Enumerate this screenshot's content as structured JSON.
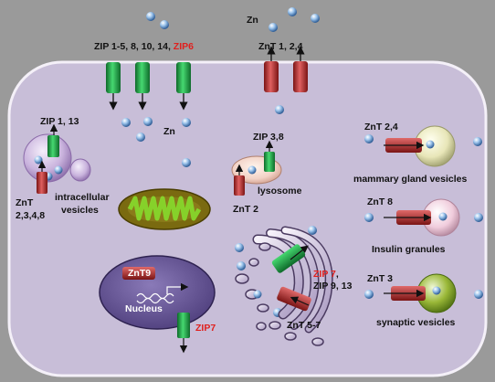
{
  "labels": {
    "zn_top": "Zn",
    "zip_top_black": "ZIP 1-5, 8, 10, 14, ",
    "zip_top_red": "ZIP6",
    "znt_top": "ZnT 1, 2,4",
    "zn_mid": "Zn",
    "zip_1_13": "ZIP 1, 13",
    "znt_intracellular": "ZnT",
    "znt_intracellular_nums": "2,3,4,8",
    "intracellular_vesicles_1": "intracellular",
    "intracellular_vesicles_2": "vesicles",
    "zip_3_8": "ZIP 3,8",
    "lysosome": "lysosome",
    "znt_2": "ZnT 2",
    "znt_2_4": "ZnT 2,4",
    "mammary": "mammary gland vesicles",
    "znt_8": "ZnT 8",
    "insulin": "Insulin granules",
    "znt_3": "ZnT 3",
    "synaptic": "synaptic vesicles",
    "znt9": "ZnT9",
    "nucleus": "Nucleus",
    "zip7_nucleus": "ZIP7",
    "zip7_red": "ZIP 7",
    "zip7_comma": ",",
    "zip_9_13": "ZIP 9, 13",
    "znt_5_7": "ZnT 5-7"
  },
  "colors": {
    "background": "#9a9a9a",
    "cell_fill": "#c8bed8",
    "zip_green": "#22a84a",
    "znt_red": "#b83434",
    "highlight_red": "#e0201e",
    "zinc_blue": "#5a8ac0",
    "nucleus_purple": "#6a5a98",
    "mito_olive": "#7a6a10",
    "mito_green": "#86d12a"
  }
}
